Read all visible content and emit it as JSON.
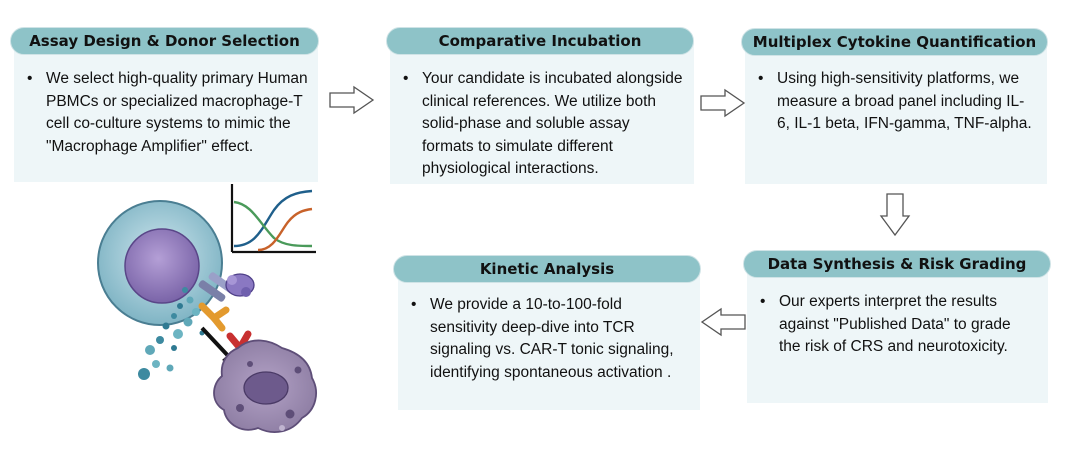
{
  "steps": [
    {
      "title": "Assay Design & Donor Selection",
      "text": "We select high-quality primary Human PBMCs or specialized macrophage-T cell co-culture systems to mimic the \"Macrophage Amplifier\" effect."
    },
    {
      "title": "Comparative Incubation",
      "text": "Your candidate is incubated alongside clinical references. We utilize both solid-phase and soluble assay formats to simulate different physiological interactions."
    },
    {
      "title": "Multiplex Cytokine Quantification",
      "text": "Using high-sensitivity platforms, we measure a broad panel including IL-6, IL-1 beta, IFN-gamma, TNF-alpha."
    },
    {
      "title": "Data Synthesis & Risk Grading",
      "text": "Our experts interpret the results against \"Published Data\" to grade the risk of CRS and neurotoxicity."
    },
    {
      "title": "Kinetic Analysis",
      "text": "We provide a 10-to-100-fold sensitivity deep-dive into TCR signaling vs. CAR-T tonic signaling, identifying spontaneous activation ."
    }
  ],
  "colors": {
    "header_fill": "#8ec3c8",
    "box_fill": "#eef6f8",
    "arrow_fill": "#ffffff",
    "arrow_stroke": "#555555",
    "curve_blue": "#1f5f8b",
    "curve_green": "#4a9a5a",
    "curve_orange": "#c8622a"
  }
}
